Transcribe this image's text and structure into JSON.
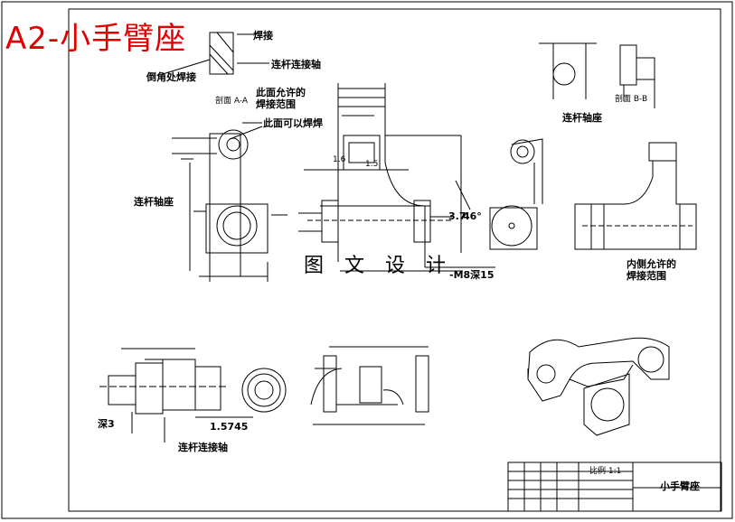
{
  "title": "A2-小手臂座",
  "watermark": "图 文 设 计",
  "labels": {
    "weld_top": "焊接",
    "link_shaft_top": "连杆连接轴",
    "fillet_weld": "倒角处焊接",
    "section_a": "剖面 A-A",
    "allow_weld_1": "此面允许的",
    "allow_weld_2": "焊接范围",
    "can_weld": "此面可以焊焊",
    "link_seat_left": "连杆轴座",
    "dim_37": "3.7",
    "dim_46": "46°",
    "m8": "-M8深15",
    "inner_weld_1": "内侧允许的",
    "inner_weld_2": "焊接范围",
    "link_seat_right": "连杆轴座",
    "section_bb": "剖面 B-B",
    "depth3": "深3",
    "dim_15745": "1.5745",
    "link_shaft_bottom": "连杆连接轴",
    "dim_16": "1.6",
    "dim_15a": "1.5",
    "titleblock_name": "小手臂座",
    "titleblock_scale": "比例 1:1"
  }
}
